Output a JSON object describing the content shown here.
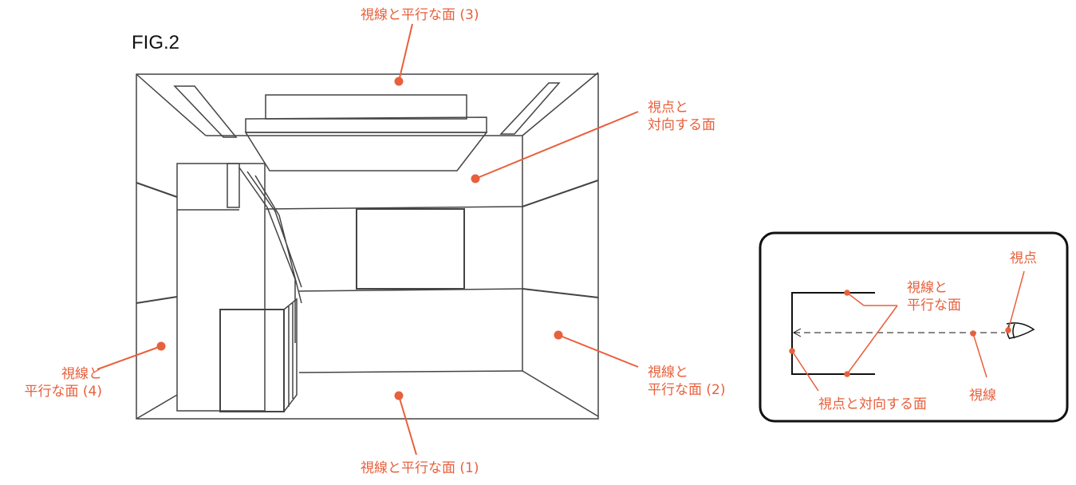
{
  "figure_label": "FIG.2",
  "room": {
    "label_top": "視線と平行な面 (3)",
    "label_back_line1": "視点と",
    "label_back_line2": "対向する面",
    "label_left_line1": "視線と",
    "label_left_line2": "平行な面 (4)",
    "label_right_line1": "視線と",
    "label_right_line2": "平行な面 (2)",
    "label_bottom": "視線と平行な面 (1)"
  },
  "inset": {
    "viewpoint": "視点",
    "parallel_line1": "視線と",
    "parallel_line2": "平行な面",
    "facing": "視点と対向する面",
    "sightline": "視線"
  },
  "colors": {
    "accent": "#e8603c",
    "line": "#333333"
  }
}
